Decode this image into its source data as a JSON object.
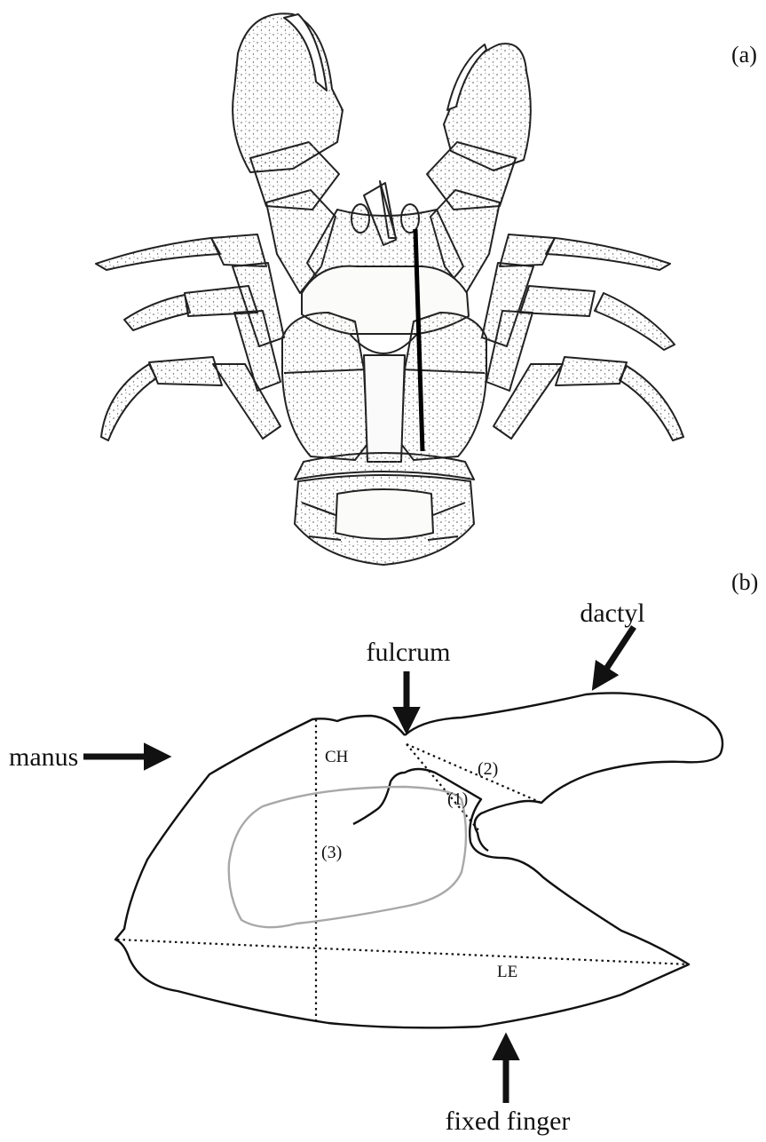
{
  "panel_labels": {
    "a": "(a)",
    "b": "(b)"
  },
  "callouts": {
    "dactyl": "dactyl",
    "fulcrum": "fulcrum",
    "manus": "manus",
    "fixed_finger": "fixed finger"
  },
  "measures": {
    "ch": "CH",
    "le": "LE",
    "m1": "(1)",
    "m2": "(2)",
    "m3": "(3)"
  },
  "colors": {
    "ink": "#111111",
    "stipple": "#555555",
    "muscle_outline": "#a8a8a8",
    "fill": "#f7f7f5"
  }
}
